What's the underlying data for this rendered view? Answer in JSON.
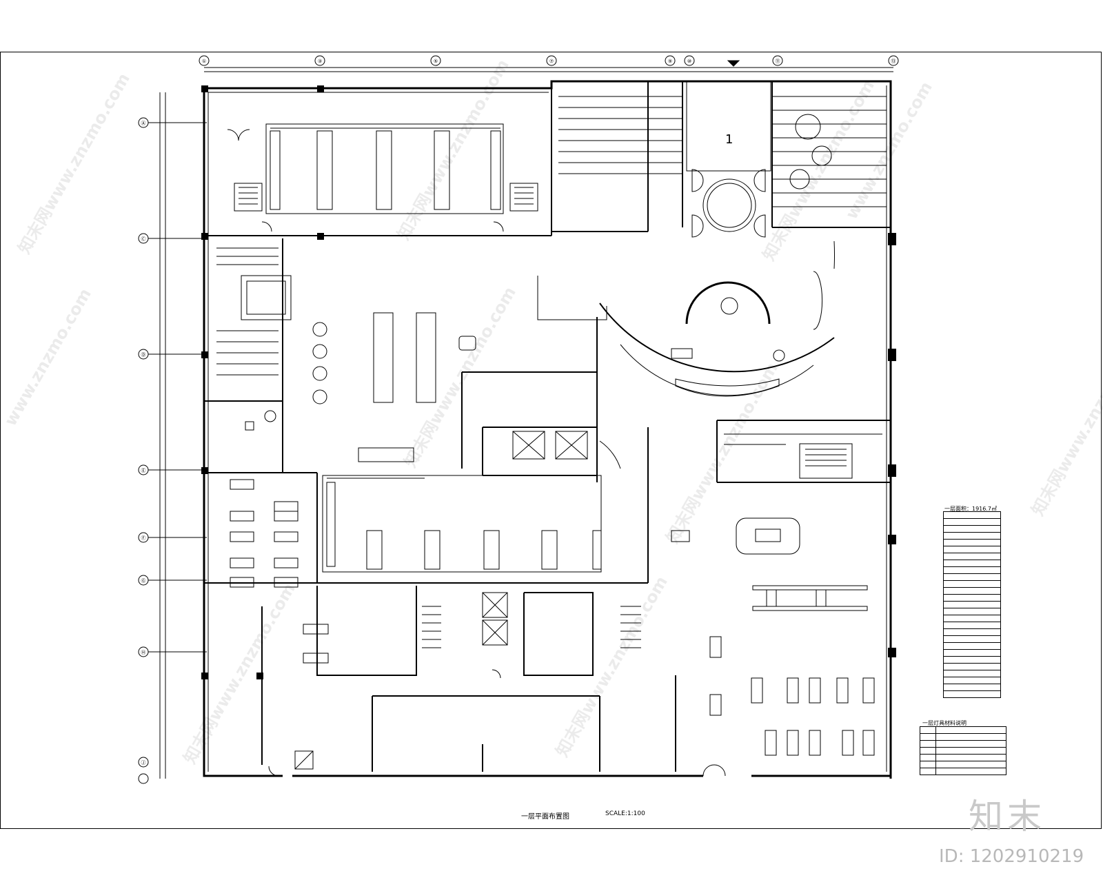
{
  "drawing": {
    "caption": "一层平面布置图",
    "scale": "SCALE:1:100",
    "grid_labels": [
      "①",
      "③",
      "⑤",
      "⑦",
      "⑨",
      "⑩",
      "⑪",
      "⑬",
      "Ⓐ",
      "Ⓒ",
      "Ⓓ",
      "Ⓔ",
      "Ⓕ",
      "Ⓖ",
      "Ⓗ",
      "Ⓙ"
    ],
    "center_mark": "1"
  },
  "area_table": {
    "title": "一层面积：1916.7㎡",
    "rows": [
      "",
      "",
      "",
      "",
      "",
      "",
      "",
      "",
      "",
      "",
      "",
      "",
      "",
      "",
      "",
      "",
      "",
      "",
      "",
      "",
      "",
      "",
      "",
      "",
      "",
      "",
      ""
    ]
  },
  "fixture_table": {
    "title": "一层灯具材料说明",
    "rows": [
      [
        "",
        ""
      ],
      [
        "",
        ""
      ],
      [
        "",
        ""
      ],
      [
        "",
        ""
      ],
      [
        "",
        ""
      ],
      [
        "",
        ""
      ],
      [
        "",
        ""
      ]
    ]
  },
  "watermarks": [
    "知末网www.znzmo.com",
    "www.znzmo.com"
  ],
  "brand": {
    "name": "知末",
    "image_id": "ID: 1202910219"
  },
  "colors": {
    "line": "#000000",
    "watermark": "#000000",
    "brand": "#c9c9c9"
  }
}
